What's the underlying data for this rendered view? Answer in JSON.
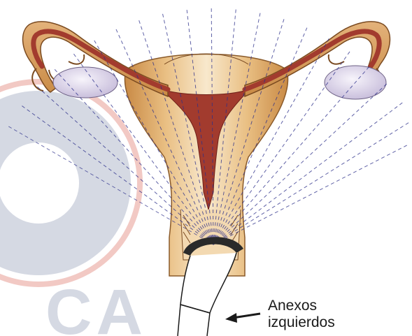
{
  "annotation": {
    "line1": "Anexos",
    "line2": "izquierdos"
  },
  "watermark": {
    "letters": "CA"
  },
  "colors": {
    "tissue_light": "#f6e3c4",
    "tissue_mid": "#e9bf83",
    "tissue_dark": "#c98a45",
    "cavity": "#a23b2e",
    "ovary": "#ded8ec",
    "probe_cap": "#2a2a2a",
    "scan_lines": "#2c2f8a",
    "outline": "#1a1a1a",
    "watermark_gray": "#d5d9e3",
    "watermark_ring": "#f2c9c4"
  }
}
